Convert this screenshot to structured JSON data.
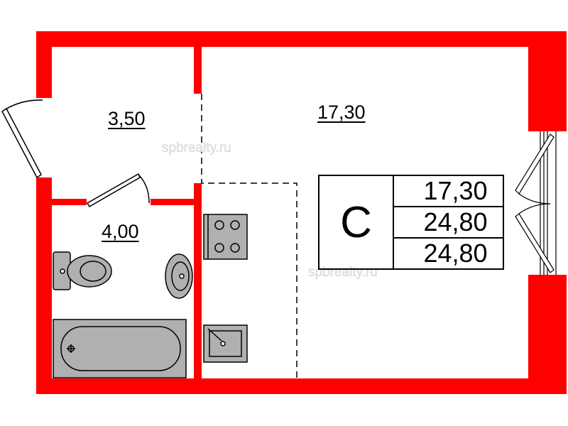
{
  "rooms": {
    "hall_area": "3,50",
    "main_area": "17,30",
    "bathroom_area": "4,00"
  },
  "summary": {
    "type": "С",
    "living_area": "17,30",
    "total_area": "24,80",
    "total_area_with_balcony": "24,80"
  },
  "watermark": "spbrealty.ru",
  "colors": {
    "wall": "#ff0000",
    "fixture": "#b0b0b0"
  }
}
